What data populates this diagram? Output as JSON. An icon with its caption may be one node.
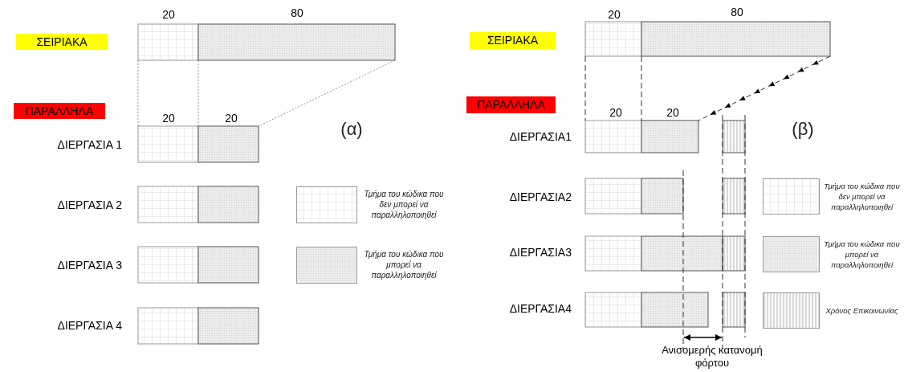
{
  "diagram": {
    "labels": [
      "20",
      "80",
      "ΣΕΙΡΙΑΚΑ",
      "ΠΑΡΑΛΛΗΛΑ",
      "20",
      "20",
      "(α)",
      "ΔΙΕΡΓΑΣΙΑ 1",
      "ΔΙΕΡΓΑΣΙΑ 2",
      "ΔΙΕΡΓΑΣΙΑ 3",
      "ΔΙΕΡΓΑΣΙΑ 4",
      "20",
      "80",
      "ΣΕΙΡΙΑΚΑ",
      "ΠΑΡΑΛΛΗΛΑ",
      "20",
      "20",
      "(β)",
      "ΔΙΕΡΓΑΣΙΑ1",
      "ΔΙΕΡΓΑΣΙΑ2",
      "ΔΙΕΡΓΑΣΙΑ3",
      "ΔΙΕΡΓΑΣΙΑ4",
      "Ανισομερής κατανομή φόρτου"
    ],
    "legend": [
      {
        "text": "Τμήμα του κώδικα που δεν μπορεί να παραλληλοποιηθεί"
      },
      {
        "text": "Τμήμα του κώδικα που μπορεί να παραλληλοποιηθεί"
      },
      {
        "text": "Τμήμα του κώδικα που δεν μπορεί να παραλληλοποιηθεί"
      },
      {
        "text": "Τμήμα του κώδικα που μπορεί να παραλληλοποιηθεί"
      },
      {
        "text": "Χρόνος Επικοινωνίας"
      }
    ]
  }
}
